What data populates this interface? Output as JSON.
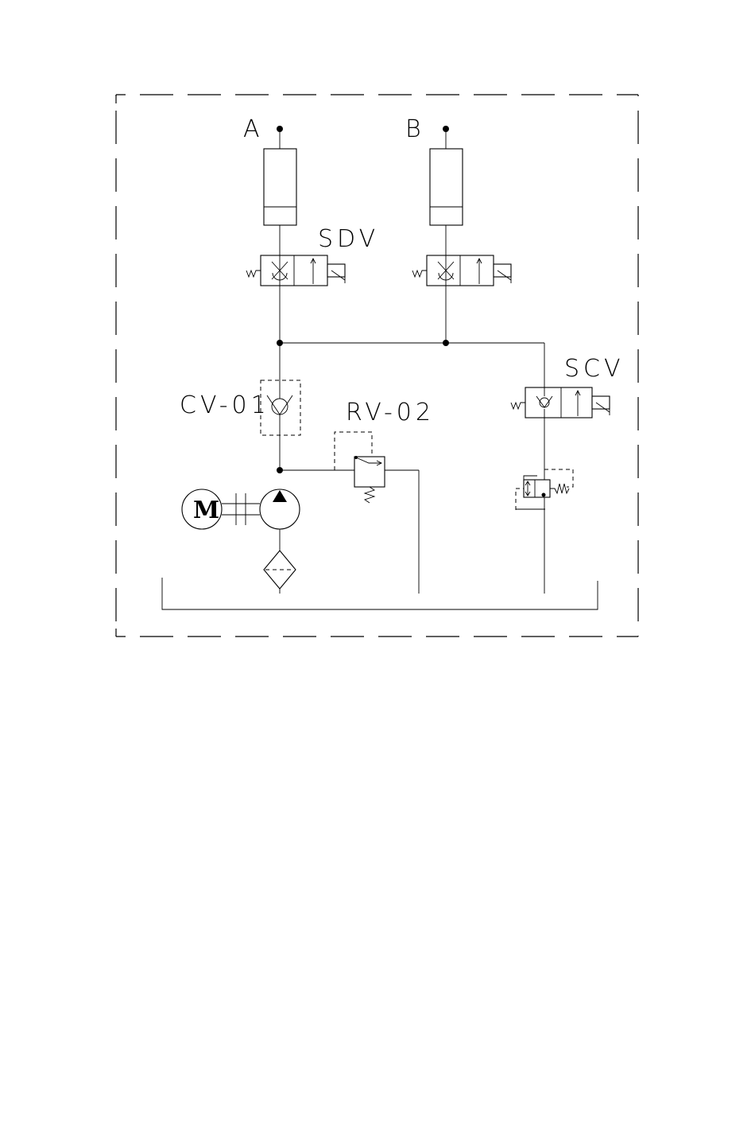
{
  "labels": {
    "port_a": "A",
    "port_b": "B",
    "sdv": "SDV",
    "scv": "SCV",
    "cv": "CV-01",
    "rv": "RV-02",
    "motor": "M"
  },
  "colors": {
    "line": "#000000",
    "background": "#ffffff"
  }
}
